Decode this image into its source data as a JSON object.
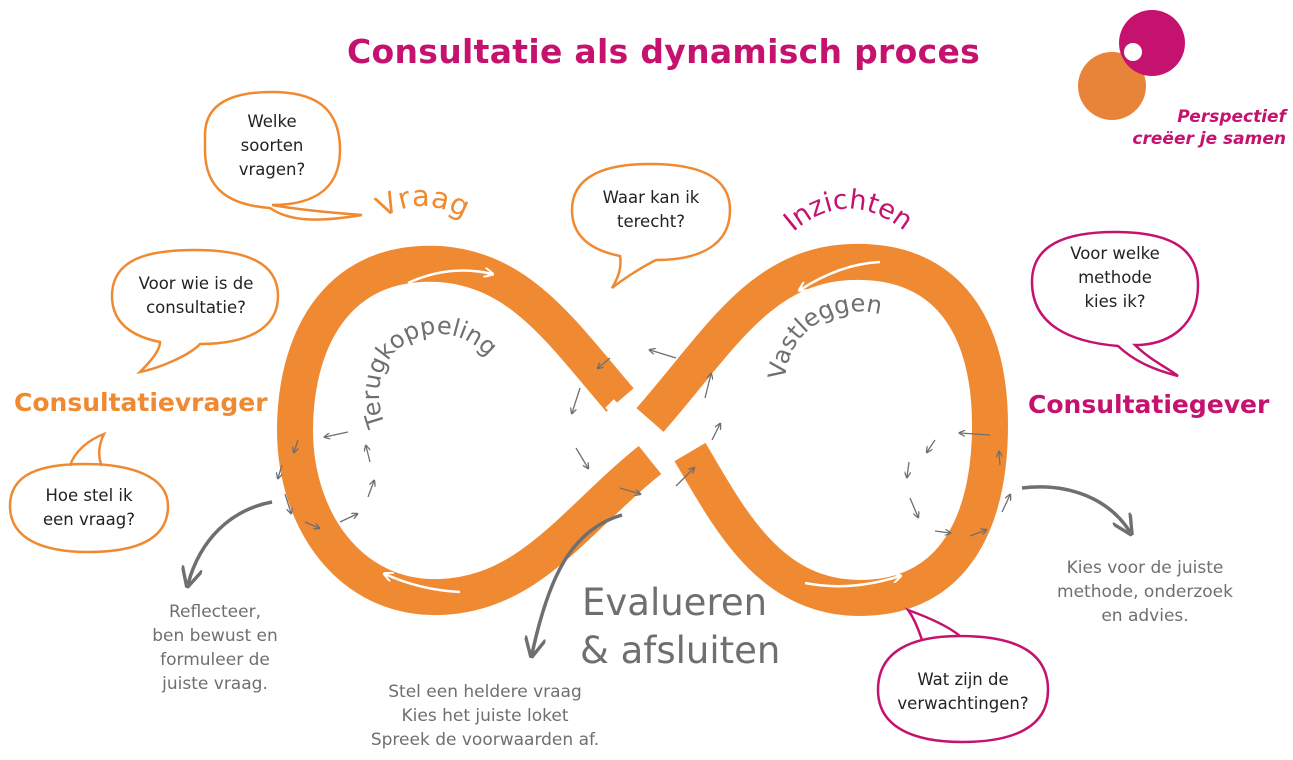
{
  "title": "Consultatie als dynamisch proces",
  "logo": {
    "line1": "Perspectief",
    "line2": "creëer je samen"
  },
  "roles": {
    "left": "Consultatievrager",
    "right": "Consultatiegever"
  },
  "phases": {
    "vraag": "Vraag",
    "inzichten": "Inzichten",
    "terugkoppeling": "Terugkoppeling",
    "vastleggen": "Vastleggen",
    "evalueren_line1": "Evalueren",
    "evalueren_line2": "& afsluiten"
  },
  "bubbles": {
    "welke_soorten": [
      "Welke",
      "soorten",
      "vragen?"
    ],
    "voor_wie": [
      "Voor wie is de",
      "consultatie?"
    ],
    "hoe_stel": [
      "Hoe stel ik",
      "een vraag?"
    ],
    "waar_kan": [
      "Waar kan ik",
      "terecht?"
    ],
    "voor_welke": [
      "Voor welke",
      "methode",
      "kies ik?"
    ],
    "wat_zijn": [
      "Wat zijn de",
      "verwachtingen?"
    ]
  },
  "notes": {
    "left": [
      "Reflecteer,",
      "ben bewust en",
      "formuleer de",
      "juiste vraag."
    ],
    "right": [
      "Kies voor de juiste",
      "methode, onderzoek",
      "en advies."
    ],
    "bottom": [
      "Stel een heldere vraag",
      "Kies het juiste loket",
      "Spreek de voorwaarden af."
    ]
  },
  "colors": {
    "orange": "#f08a32",
    "magenta": "#c5126f",
    "gray": "#6f6f6f"
  }
}
